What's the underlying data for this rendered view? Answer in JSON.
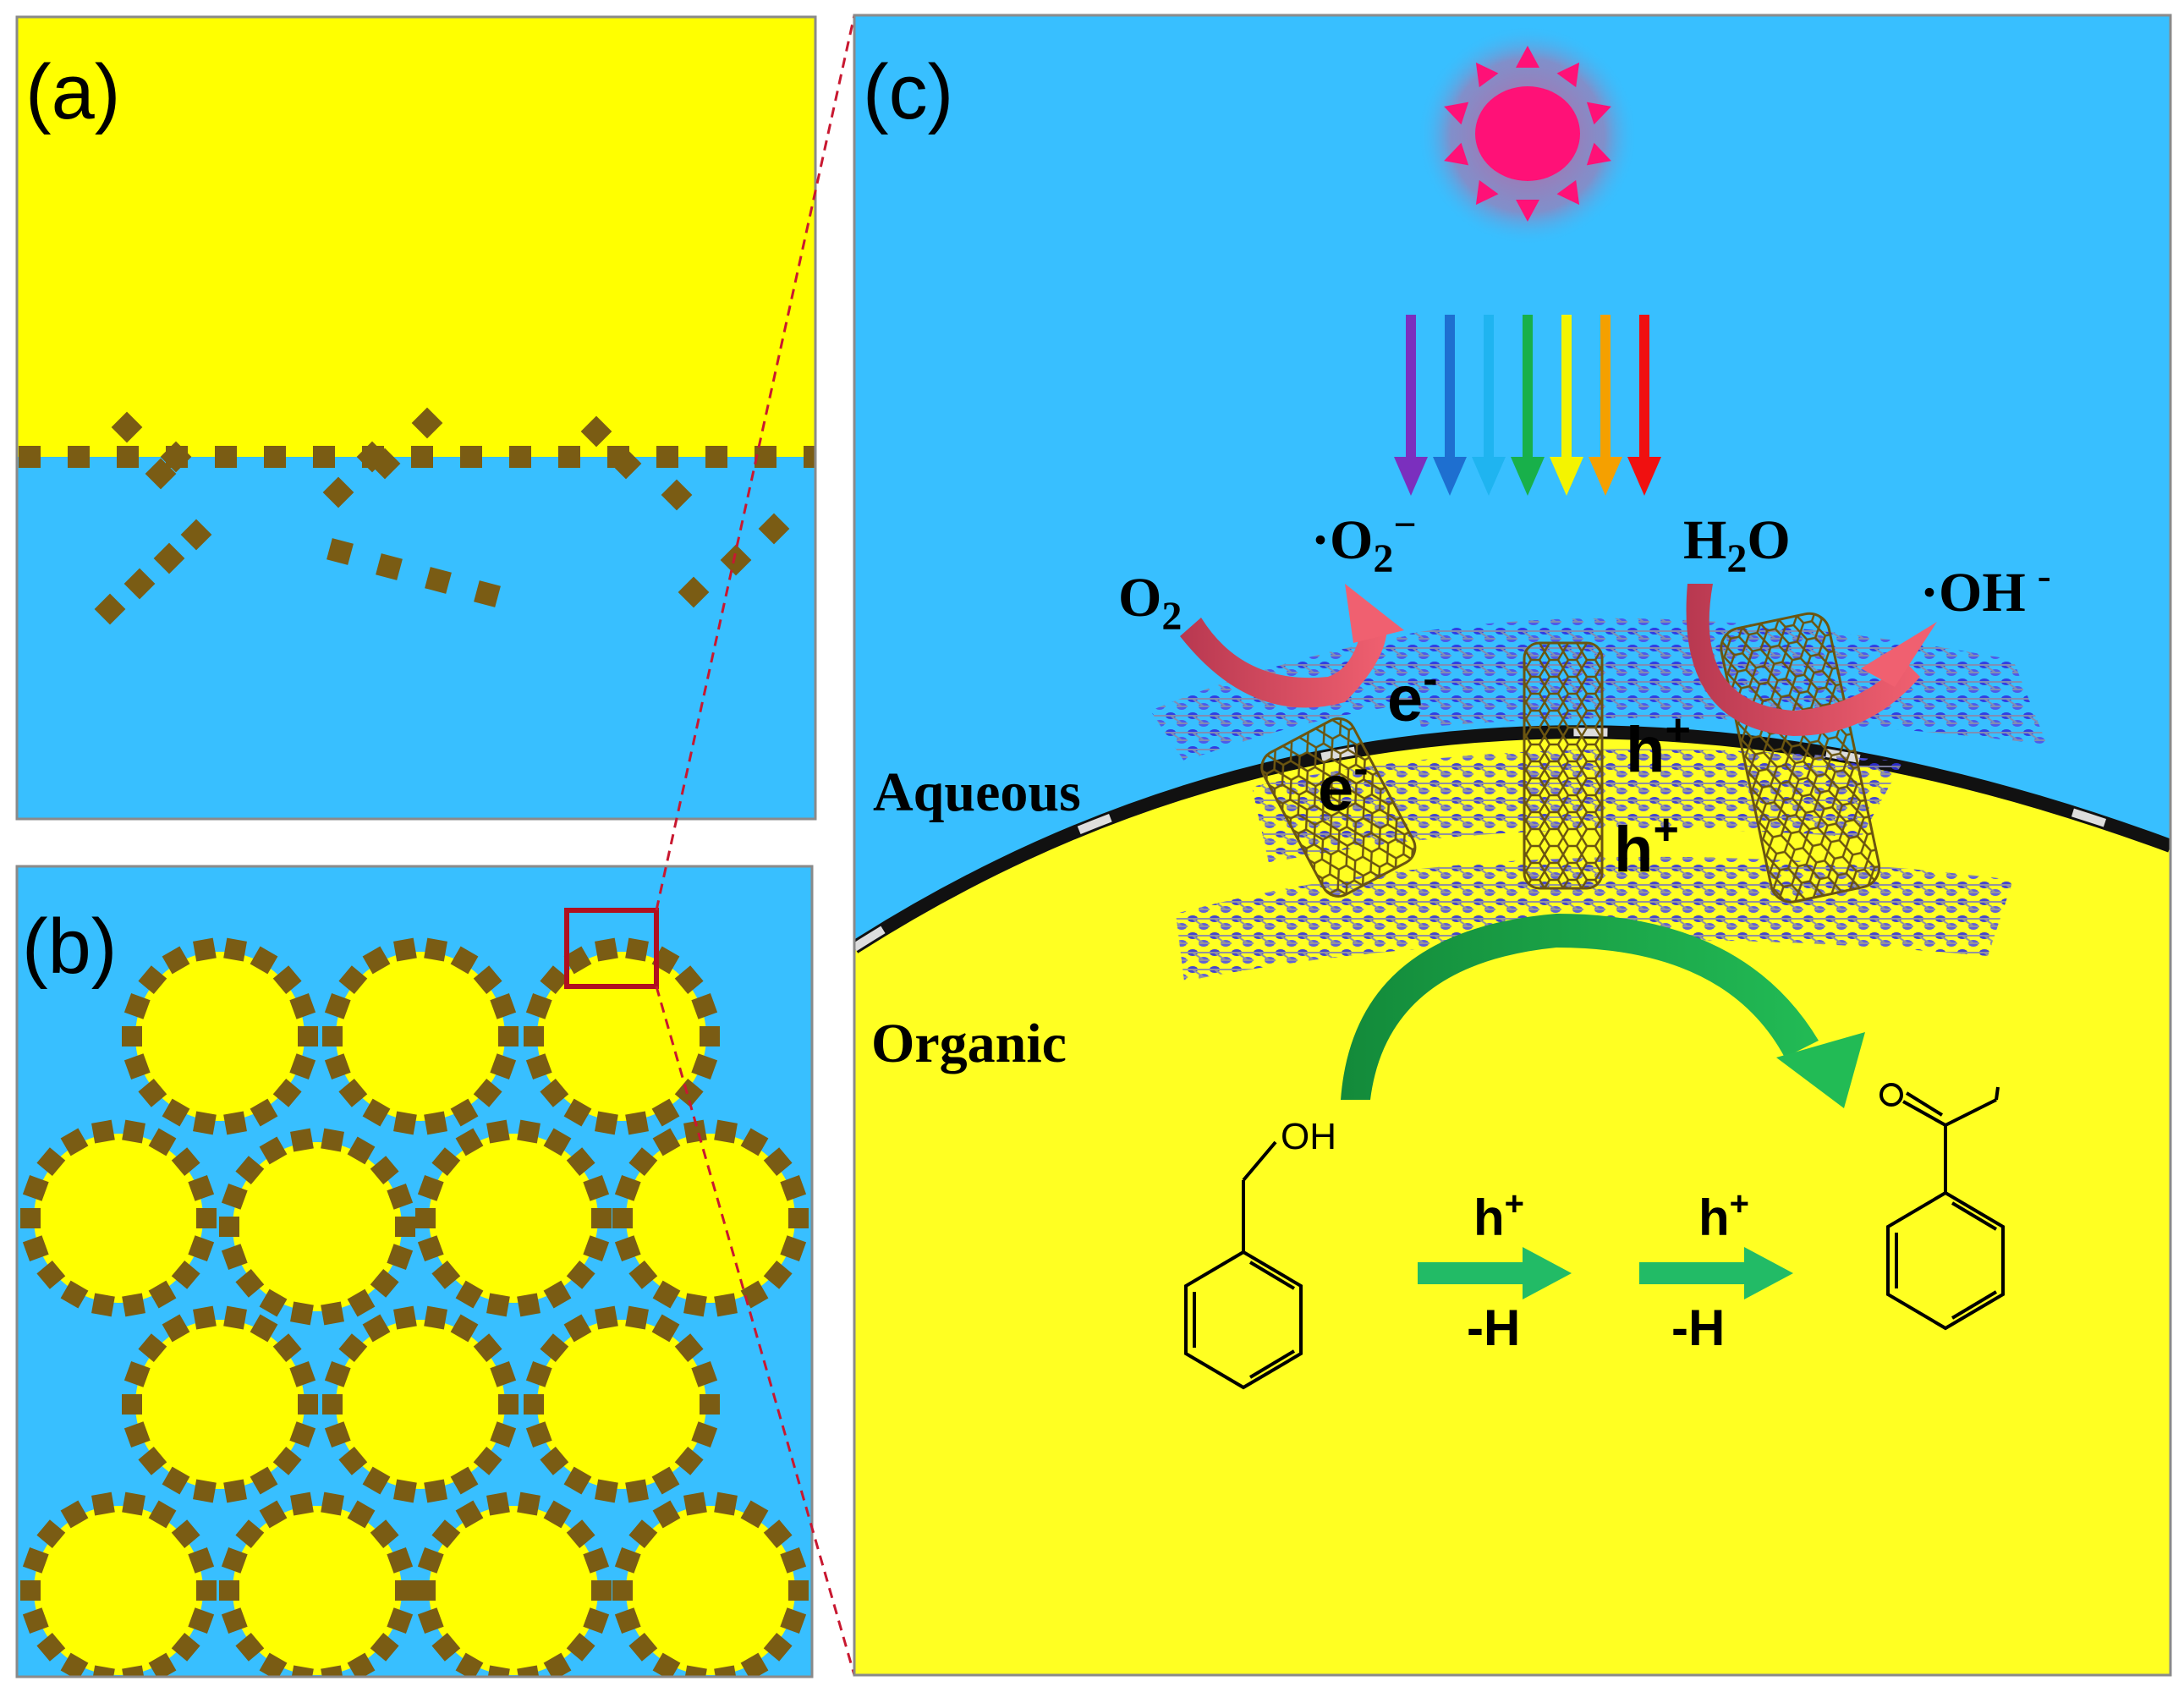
{
  "panels": {
    "a": {
      "label": "(a)"
    },
    "b": {
      "label": "(b)"
    },
    "c": {
      "label": "(c)"
    }
  },
  "colors": {
    "water": "#38BFFF",
    "oil": "#FFFF00",
    "particle": "#7A5C14",
    "border": "#8A8A8A",
    "zoom_box": "#B01020",
    "sun": "#FF1177",
    "redox_arrow": "#E0506A",
    "process_arrow": "#1AAA4A"
  },
  "icons": [
    "sun-icon",
    "light-spectrum-arrows",
    "nanotube-graphic",
    "mesh-sheet-graphic",
    "benzyl-alcohol-structure",
    "benzaldehyde-structure"
  ],
  "labels": {
    "o2": "O",
    "o2_sub": "2",
    "superoxide_dot": "·O",
    "superoxide_sub": "2",
    "superoxide_sup": "−",
    "h2o_h": "H",
    "h2o_sub": "2",
    "h2o_o": "O",
    "hydroxyl": "·OH",
    "hydroxyl_sup": "-",
    "aqueous": "Aqueous",
    "organic": "Organic",
    "electron_1": "e",
    "electron_1_sup": "-",
    "electron_2": "e",
    "electron_2_sup": "-",
    "hole_1": "h",
    "hole_1_sup": "+",
    "hole_2": "h",
    "hole_2_sup": "+",
    "oh_group": "OH",
    "step1_top": "h",
    "step1_top_sup": "+",
    "step1_bottom": "-H",
    "step2_top": "h",
    "step2_top_sup": "+",
    "step2_bottom": "-H"
  },
  "spectrum_colors": [
    "#7B2FBE",
    "#1E6FD0",
    "#1FB4F0",
    "#18B04A",
    "#F4F400",
    "#F5A000",
    "#F01010"
  ]
}
